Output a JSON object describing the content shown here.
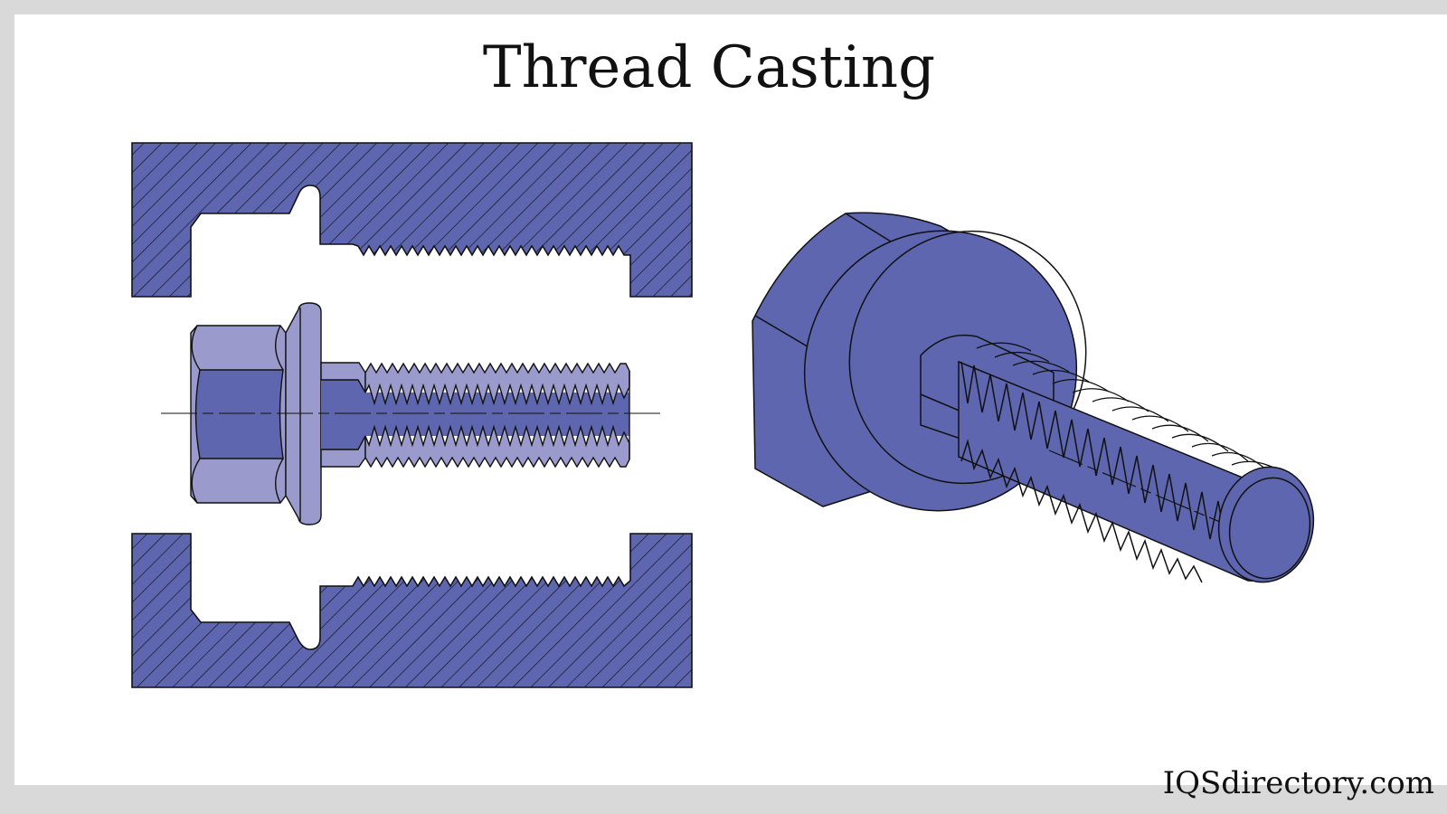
{
  "title": "Thread Casting",
  "watermark": "IQSdirectory.com",
  "colors": {
    "frame": "#d9d9d9",
    "background": "#ffffff",
    "mold_fill": "#5d66af",
    "bolt_dark": "#5d66af",
    "bolt_light": "#9a9bcc",
    "outline": "#111111"
  },
  "figures": {
    "cross_section": {
      "label": "mold-cross-section-with-bolt",
      "parts": [
        "upper-mold-half",
        "lower-mold-half",
        "bolt-side-view",
        "center-axis-line"
      ]
    },
    "isometric": {
      "label": "3d-flanged-hex-bolt-cutaway"
    }
  }
}
